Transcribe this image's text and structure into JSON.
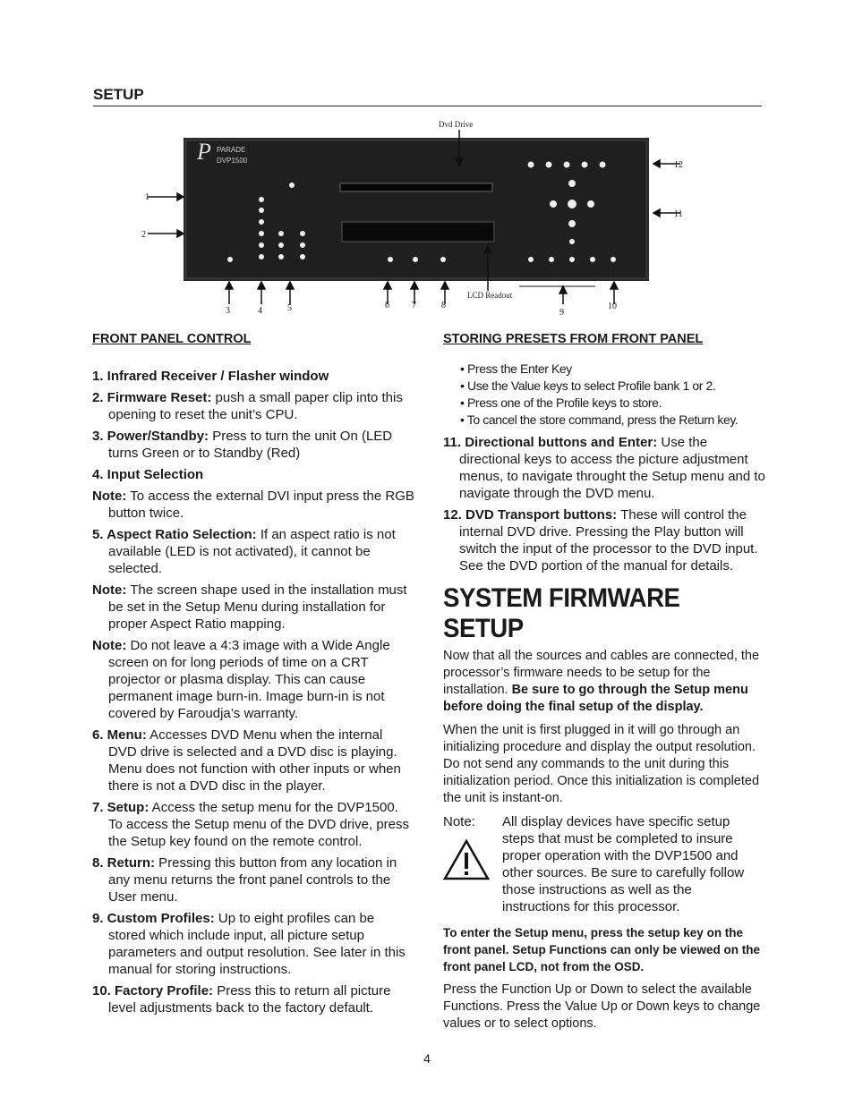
{
  "header": {
    "title": "SETUP"
  },
  "figure": {
    "brand_line1": "PARADE",
    "brand_line2": "DVP1500",
    "label_dvd_drive": "Dvd Drive",
    "label_lcd_readout": "LCD Readout",
    "callouts": [
      "1",
      "2",
      "3",
      "4",
      "5",
      "6",
      "7",
      "8",
      "9",
      "10",
      "11",
      "12"
    ]
  },
  "left": {
    "heading": "FRONT PANEL CONTROL",
    "items": [
      {
        "lead": "1. Infrared Receiver / Flasher window",
        "text": ""
      },
      {
        "lead": "2. Firmware Reset:",
        "text": " push a small paper clip into this opening to reset the unit’s CPU."
      },
      {
        "lead": "3. Power/Standby:",
        "text": "   Press to turn the unit On (LED turns Green or to Standby (Red)"
      },
      {
        "lead": "4. Input Selection",
        "text": ""
      },
      {
        "lead": "Note:",
        "text": " To access the external DVI input press the RGB button twice."
      },
      {
        "lead": "5. Aspect Ratio Selection:",
        "text": " If an aspect ratio is not available (LED is not activated), it cannot be selected."
      },
      {
        "lead": "Note:",
        "text": " The screen shape used in the installation must be set in the Setup Menu during installation for proper Aspect Ratio mapping."
      },
      {
        "lead": "Note:",
        "text": " Do not leave a 4:3 image with a Wide Angle screen on for long periods of time on a CRT projector or plasma display. This can cause permanent image burn-in. Image burn-in is not covered by Faroudja’s warranty."
      },
      {
        "lead": "6. Menu:",
        "text": " Accesses DVD Menu when the internal DVD drive is selected and a DVD disc is playing. Menu does not function with other inputs or when there is not a DVD disc in the player."
      },
      {
        "lead": "7. Setup:",
        "text": " Access the setup menu for the DVP1500.  To access the Setup menu of the DVD drive, press the Setup key found on the remote control."
      },
      {
        "lead": "8. Return:",
        "text": " Pressing this button from any location in any menu returns the front panel controls to the User menu."
      },
      {
        "lead": "9. Custom Profiles:",
        "text": " Up to eight profiles can be stored which include input, all picture setup parameters and output resolution.  See later in this manual for storing instructions."
      },
      {
        "lead": "10. Factory Profile:",
        "text": " Press this to return all picture level adjustments back to the factory default."
      }
    ]
  },
  "right": {
    "heading": "STORING PRESETS FROM FRONT PANEL",
    "bullets": [
      "• Press the Enter Key",
      "• Use the Value keys to select Profile bank 1 or 2.",
      "• Press one of the Profile keys to store.",
      "• To cancel the store command, press the Return key."
    ],
    "items": [
      {
        "lead": "11. Directional buttons and Enter:",
        "text": " Use the directional keys to access the picture adjustment menus, to navigate throught the Setup menu and to navigate through the DVD menu."
      },
      {
        "lead": "12. DVD Transport buttons:",
        "text": " These will control the internal DVD drive. Pressing the Play button will switch the input of the processor to the DVD input. See the DVD portion of the manual for details."
      }
    ],
    "section_title": "SYSTEM FIRMWARE SETUP",
    "p1_text": "Now that all the sources and cables are connected, the processor’s firmware needs to be setup for the installation.  ",
    "p1_bold": "Be sure to go through the Setup menu before doing the final setup of the display.",
    "p2": "When the unit is first plugged in it will go through an initializing procedure and display the output resolution.  Do not send any commands to the unit during this initialization period. Once this initialization is completed the unit is instant-on.",
    "note_label": "Note:",
    "note_text": "All display devices have specific setup steps that must be completed to insure proper operation with the DVP1500 and other sources.  Be sure to carefully follow those instructions as well as the instructions for this processor.",
    "bold_para": "To enter the Setup menu, press the setup key on the front panel. Setup Functions can only be viewed on the front panel LCD, not from the OSD.",
    "p3": "Press the Function Up or Down to select the available Functions.  Press the Value Up or Down keys to change values or to select options."
  },
  "page_number": "4"
}
